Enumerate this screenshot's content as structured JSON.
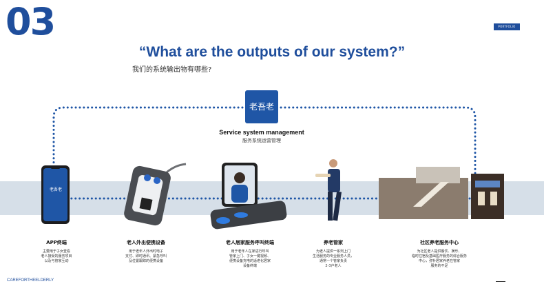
{
  "slide_number": "03",
  "portfolio_tag": "PORTFOLIO",
  "headline": "“What are the outputs of our system?”",
  "subheadline": "我们的系统输出物有哪些?",
  "center": {
    "logo_text": "老吾老",
    "title": "Service system management",
    "subtitle": "服务系统运营管理"
  },
  "items": [
    {
      "title": "APP终端",
      "desc": [
        "主要用于子女查看",
        "老人接受的服务项目",
        "以及与管家互动"
      ],
      "app_logo": "老吾老"
    },
    {
      "title": "老人外出便携设备",
      "desc": [
        "用于老年人外出时电子",
        "支付、即时通讯、紧急呼叫",
        "及位置跟踪的便携设备"
      ]
    },
    {
      "title": "老人居家服务呼叫终端",
      "desc": [
        "用于老年人在家进行呼叫",
        "管家上门、子女一键视频、",
        "便携设备充电的适老化居家",
        "设备终端"
      ]
    },
    {
      "title": "养老管家",
      "desc": [
        "为老人提供一系列上门",
        "生活服务的专业服务人员，",
        "通常一个管家负责",
        "2-3户老人"
      ]
    },
    {
      "title": "社区养老服务中心",
      "desc": [
        "为社区老人提供餐饮、娱乐、",
        "临时住宿及基础医疗服务的综合服务",
        "中心，弥补居家养老在管家",
        "服务的不足"
      ]
    }
  ],
  "footer_brand": "CAREFORTHEELDERLY",
  "colors": {
    "brand_blue": "#1f4e9c",
    "band": "#d6dfe8"
  }
}
